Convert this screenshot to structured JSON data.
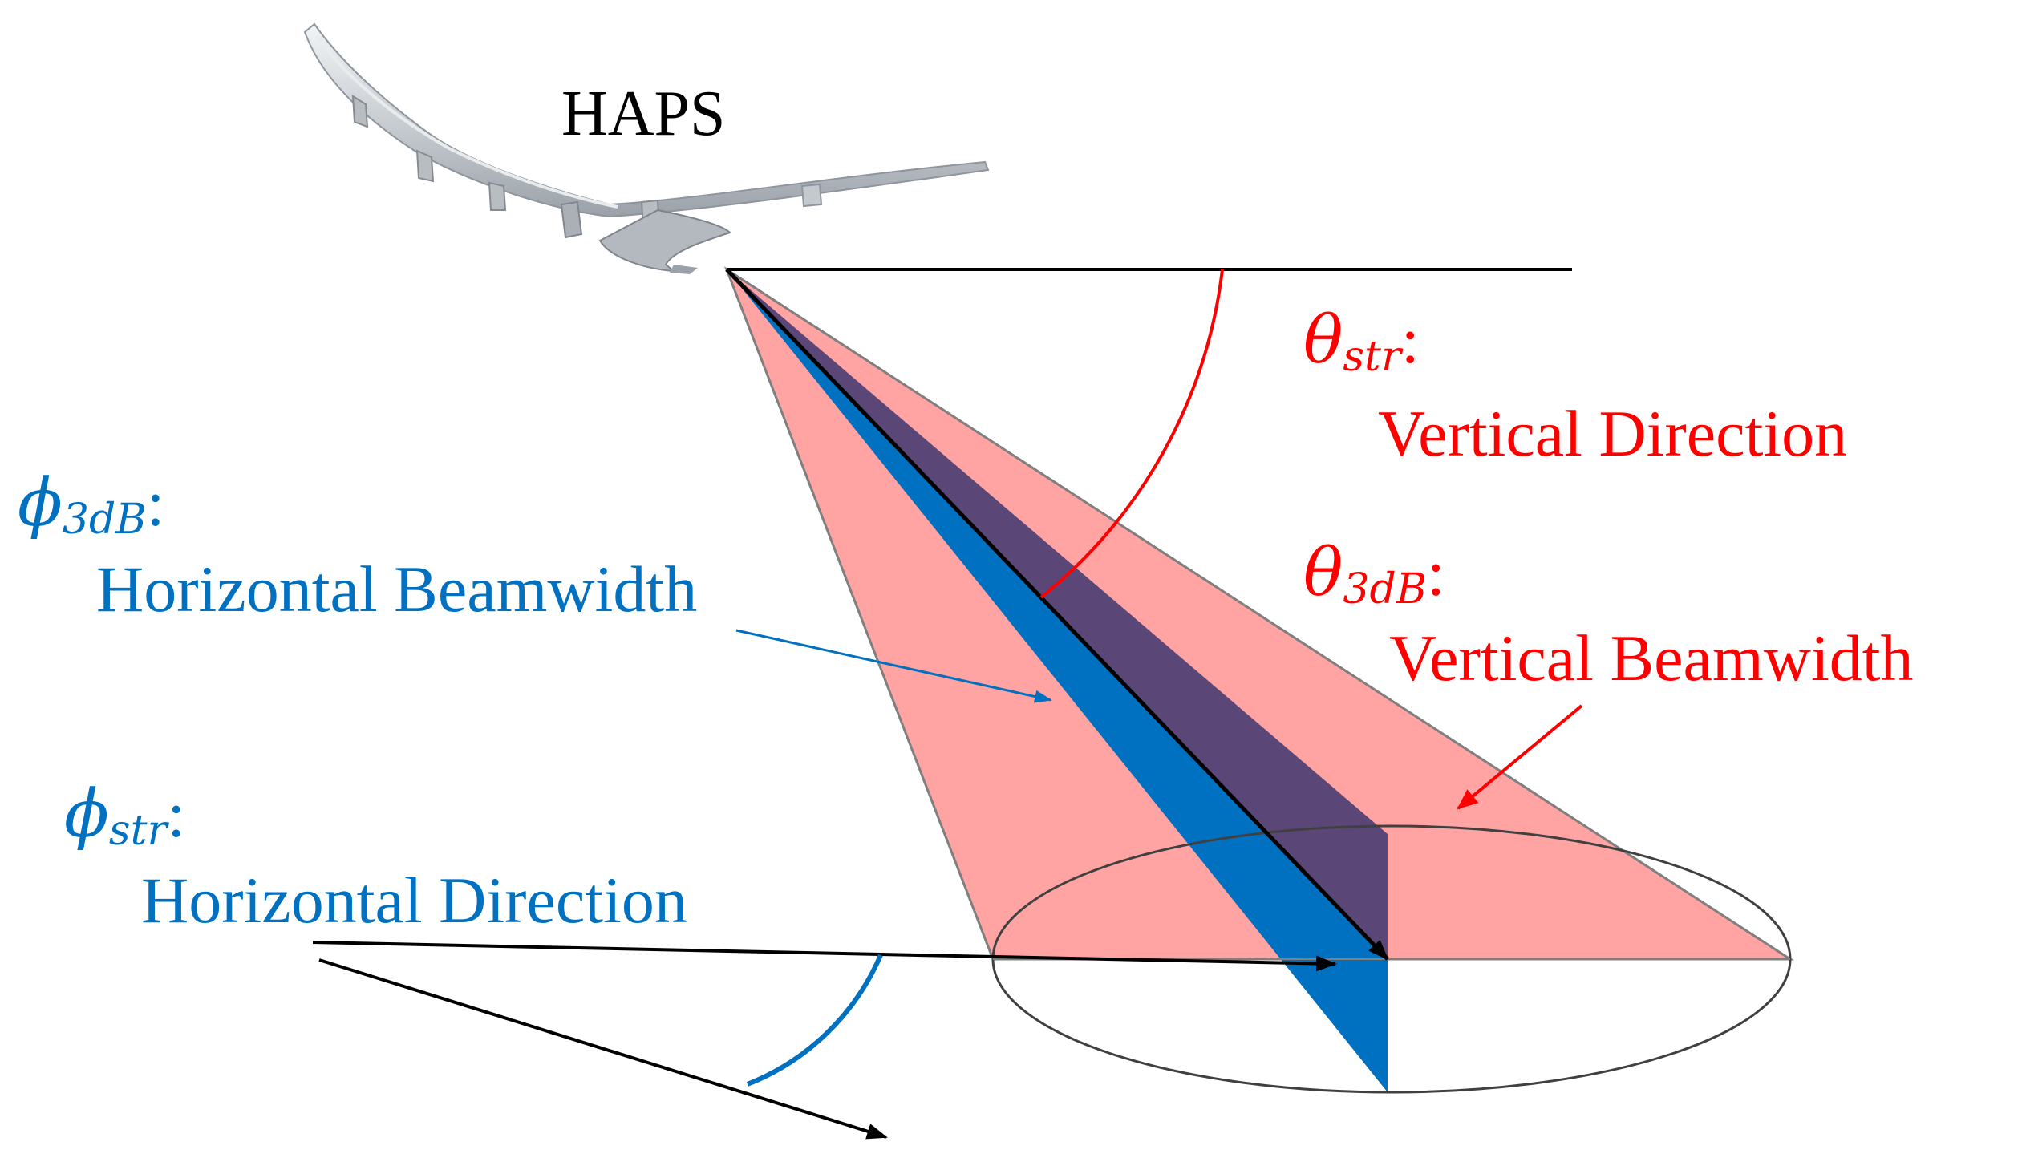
{
  "diagram": {
    "haps_label": "HAPS",
    "theta_str": {
      "symbol": "θ",
      "subscript": "str",
      "colon": ":",
      "text": "Vertical Direction"
    },
    "theta_3db": {
      "symbol": "θ",
      "subscript": "3dB",
      "colon": ":",
      "text": "Vertical Beamwidth"
    },
    "phi_3db": {
      "symbol": "ϕ",
      "subscript": "3dB",
      "colon": ":",
      "text": "Horizontal Beamwidth"
    },
    "phi_str": {
      "symbol": "ϕ",
      "subscript": "str",
      "colon": ":",
      "text": "Horizontal Direction"
    },
    "colors": {
      "red": "#ff0000",
      "blue": "#0070c0",
      "pink": "#ffa3a3",
      "purple": "#5b4777",
      "black": "#000000"
    }
  }
}
